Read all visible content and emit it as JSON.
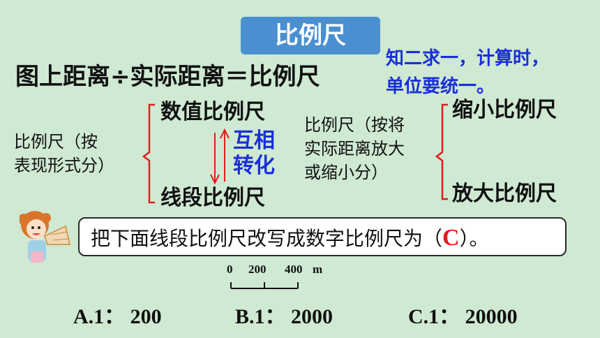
{
  "title": "比例尺",
  "formula": "图上距离÷实际距离＝比例尺",
  "note": {
    "line1": "知二求一，计算时，",
    "line2": "单位要统一。"
  },
  "left_group": {
    "label_line1": "比例尺（按",
    "label_line2": "表现形式分）",
    "top": "数值比例尺",
    "bottom": "线段比例尺",
    "convert_line1": "互相",
    "convert_line2": "转化"
  },
  "right_group": {
    "label_line1": "比例尺（按将",
    "label_line2": "实际距离放大",
    "label_line3": "或缩小分）",
    "top": "缩小比例尺",
    "bottom": "放大比例尺"
  },
  "question": {
    "text_before": "把下面线段比例尺改写成数字比例尺为（",
    "answer": "C",
    "text_after": "）。"
  },
  "scale_bar": {
    "labels": [
      "0",
      "200",
      "400"
    ],
    "unit": "m"
  },
  "options": [
    "A.1： 200",
    "B.1： 2000",
    "C.1： 20000"
  ],
  "colors": {
    "background": "#cfe9d2",
    "title_bg": "#4a8fd0",
    "accent_red": "#e11d1d",
    "accent_blue": "#1a2fd8"
  }
}
